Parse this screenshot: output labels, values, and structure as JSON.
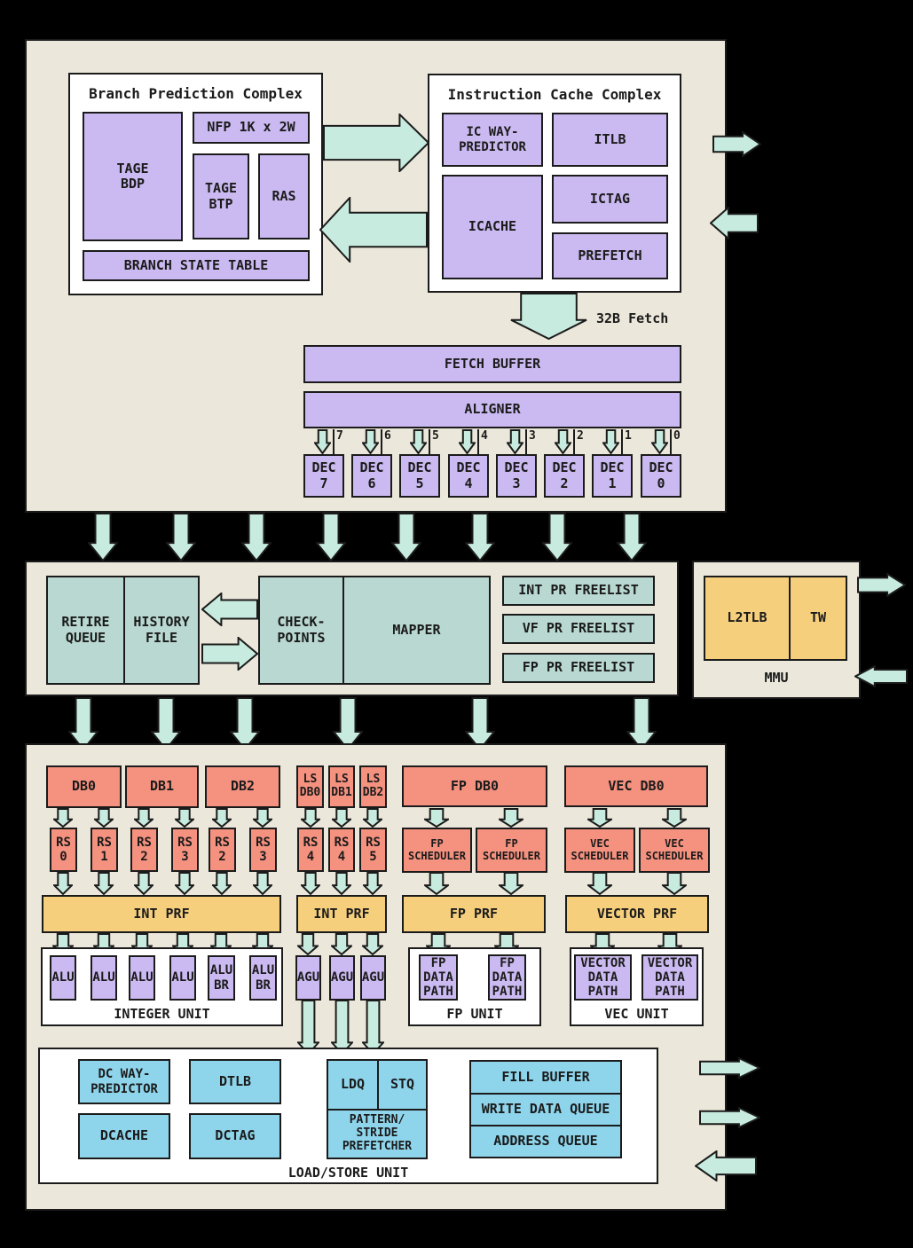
{
  "top": {
    "bpc": {
      "title": "Branch Prediction Complex",
      "tage_bdp": "TAGE\nBDP",
      "nfp": "NFP 1K x 2W",
      "tage_btp": "TAGE\nBTP",
      "ras": "RAS",
      "branch_state_table": "BRANCH STATE TABLE"
    },
    "icc": {
      "title": "Instruction Cache Complex",
      "ic_way_predictor": "IC WAY-\nPREDICTOR",
      "itlb": "ITLB",
      "icache": "ICACHE",
      "ictag": "ICTAG",
      "prefetch": "PREFETCH"
    },
    "fetch_arrow_label": "32B Fetch",
    "fetch_buffer": "FETCH BUFFER",
    "aligner": "ALIGNER",
    "decoders": [
      {
        "lane": "7",
        "label": "DEC\n7"
      },
      {
        "lane": "6",
        "label": "DEC\n6"
      },
      {
        "lane": "5",
        "label": "DEC\n5"
      },
      {
        "lane": "4",
        "label": "DEC\n4"
      },
      {
        "lane": "3",
        "label": "DEC\n3"
      },
      {
        "lane": "2",
        "label": "DEC\n2"
      },
      {
        "lane": "1",
        "label": "DEC\n1"
      },
      {
        "lane": "0",
        "label": "DEC\n0"
      }
    ]
  },
  "rename": {
    "retire_queue": "RETIRE\nQUEUE",
    "history_file": "HISTORY\nFILE",
    "checkpoints": "CHECK-\nPOINTS",
    "mapper": "MAPPER",
    "freelists": [
      "INT PR FREELIST",
      "VF PR FREELIST",
      "FP PR FREELIST"
    ]
  },
  "mmu": {
    "l2tlb": "L2TLB",
    "tw": "TW",
    "caption": "MMU"
  },
  "dispatch": {
    "dbs": [
      "DB0",
      "DB1",
      "DB2"
    ],
    "ls_dbs": [
      "LS\nDB0",
      "LS\nDB1",
      "LS\nDB2"
    ],
    "fp_db": "FP DB0",
    "vec_db": "VEC DB0",
    "rs": [
      "RS\n0",
      "RS\n1",
      "RS\n2",
      "RS\n3",
      "RS\n2",
      "RS\n3",
      "RS\n4",
      "RS\n4",
      "RS\n5"
    ],
    "fp_schedulers": [
      "FP\nSCHEDULER",
      "FP\nSCHEDULER"
    ],
    "vec_schedulers": [
      "VEC\nSCHEDULER",
      "VEC\nSCHEDULER"
    ]
  },
  "prf": {
    "int1": "INT PRF",
    "int2": "INT PRF",
    "fp": "FP PRF",
    "vector": "VECTOR PRF"
  },
  "units": {
    "integer": {
      "caption": "INTEGER UNIT",
      "alus": [
        "ALU",
        "ALU",
        "ALU",
        "ALU",
        "ALU\nBR",
        "ALU\nBR"
      ],
      "agus": [
        "AGU",
        "AGU",
        "AGU"
      ]
    },
    "fp": {
      "caption": "FP UNIT",
      "datapaths": [
        "FP\nDATA\nPATH",
        "FP\nDATA\nPATH"
      ]
    },
    "vec": {
      "caption": "VEC UNIT",
      "datapaths": [
        "VECTOR\nDATA\nPATH",
        "VECTOR\nDATA\nPATH"
      ]
    }
  },
  "lsu": {
    "caption": "LOAD/STORE UNIT",
    "dc_way_predictor": "DC WAY-\nPREDICTOR",
    "dtlb": "DTLB",
    "dcache": "DCACHE",
    "dctag": "DCTAG",
    "ldq": "LDQ",
    "stq": "STQ",
    "prefetcher": "PATTERN/\nSTRIDE\nPREFETCHER",
    "queues": [
      "FILL BUFFER",
      "WRITE DATA QUEUE",
      "ADDRESS QUEUE"
    ]
  },
  "colors": {
    "background": "#000000",
    "panel": "#ebe7da",
    "white": "#ffffff",
    "purple": "#cbbaf1",
    "mint": "#c7ebde",
    "teal": "#b8d8d1",
    "orange": "#f6cf7d",
    "salmon": "#f5917f",
    "blue": "#8ed5ec",
    "border": "#1b1b1b"
  }
}
